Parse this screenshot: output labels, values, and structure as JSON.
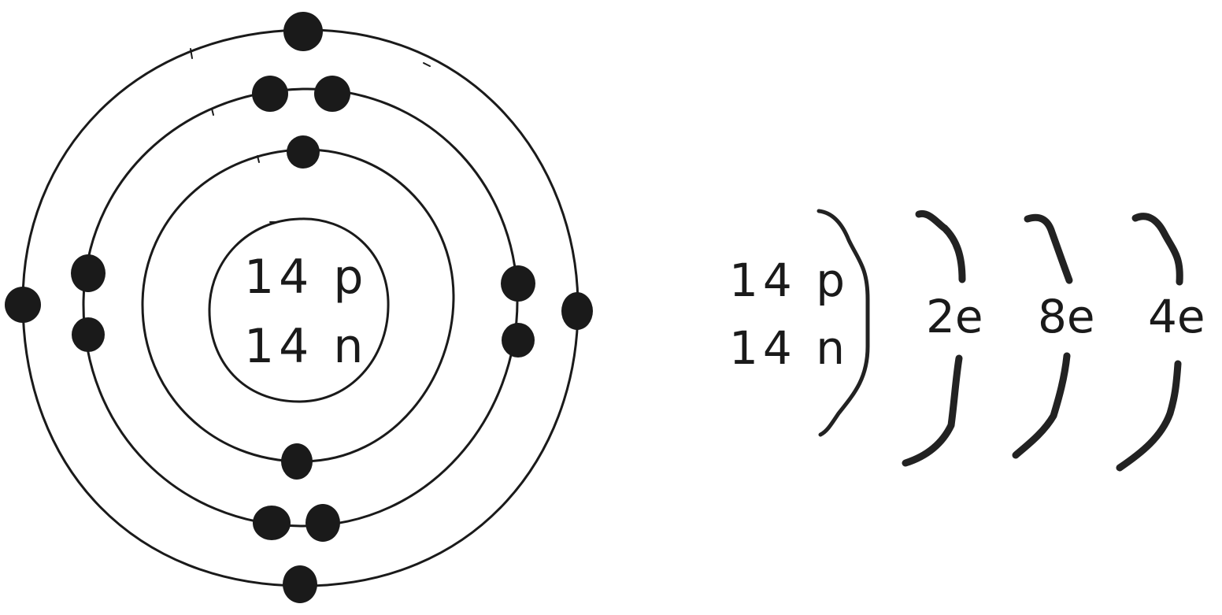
{
  "bohr_model": {
    "nucleus": {
      "protons_label": "14 p",
      "neutrons_label": "14 n"
    },
    "shells": [
      {
        "electrons": 2
      },
      {
        "electrons": 8
      },
      {
        "electrons": 4
      }
    ]
  },
  "shell_notation": {
    "nucleus": {
      "protons_label": "14 p",
      "neutrons_label": "14 n"
    },
    "shells": [
      {
        "label": "2e"
      },
      {
        "label": "8e"
      },
      {
        "label": "4e"
      }
    ]
  },
  "colors": {
    "ink": "#1a1a1a",
    "background": "#ffffff"
  }
}
